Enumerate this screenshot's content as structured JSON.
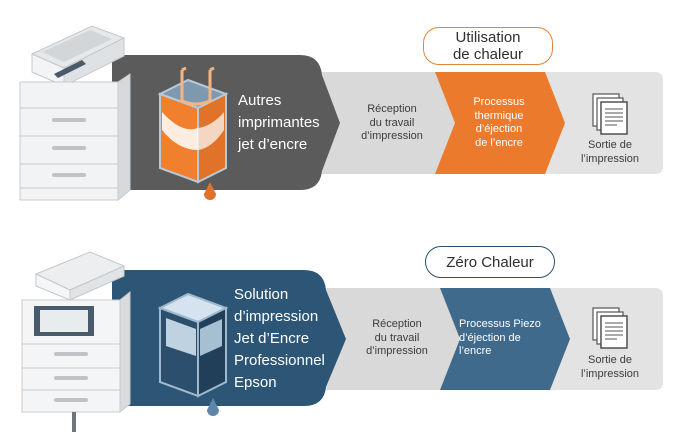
{
  "top_flow": {
    "label_pill": [
      "Utilisation",
      "de chaleur"
    ],
    "block_label": [
      "Autres",
      "imprimantes",
      "jet d’encre"
    ],
    "stages": {
      "reception": [
        "Réception",
        "du travail",
        "d’impression"
      ],
      "process": [
        "Processus",
        "thermique",
        "d’éjection",
        "de l’encre"
      ],
      "output": [
        "Sortie de",
        "l’impression"
      ]
    }
  },
  "bottom_flow": {
    "label_pill": [
      "Zéro Chaleur"
    ],
    "block_label": [
      "Solution",
      "d’impression",
      "Jet d’Encre",
      "Professionnel",
      "Epson"
    ],
    "stages": {
      "reception": [
        "Réception",
        "du travail",
        "d’impression"
      ],
      "process": [
        "Processus Piezo",
        "d’éjection de",
        "l’encre"
      ],
      "output": [
        "Sortie de",
        "l’impression"
      ]
    }
  },
  "colors": {
    "top_block": "#5b5b5b",
    "top_process": "#ec7a2c",
    "bottom_block": "#2c5576",
    "bottom_process": "#3f6a8c",
    "arrow_grey": "#d9d9d9",
    "pill_top_border": "#e8833a",
    "pill_bottom_border": "#2c4e67"
  },
  "icons": [
    "printer-icon",
    "heated-ink-chamber-icon",
    "piezo-ink-chamber-icon",
    "document-stack-icon",
    "ink-drop-icon"
  ]
}
